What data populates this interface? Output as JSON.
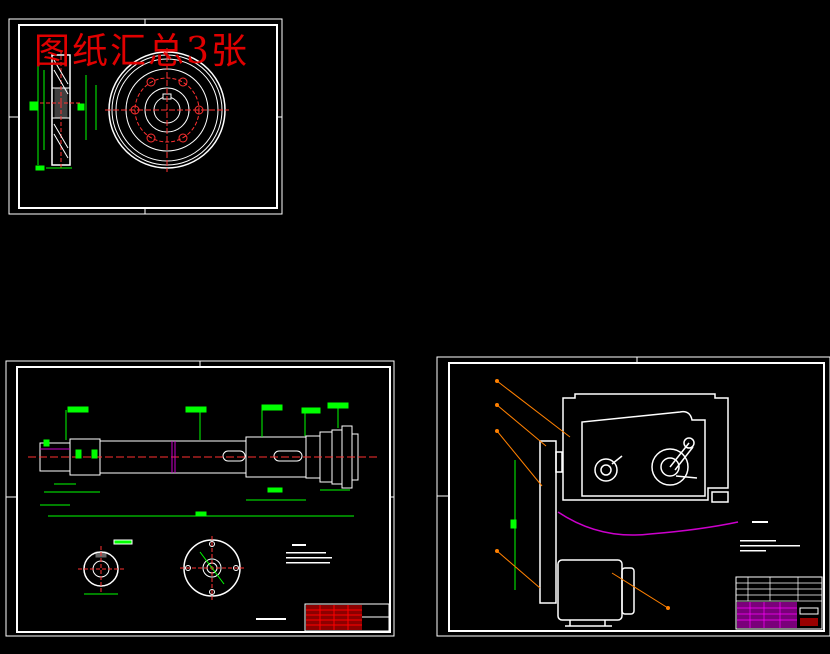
{
  "summary_text": "图纸汇总3张",
  "colors": {
    "background": "#000000",
    "line": "#ffffff",
    "dimension": "#00ff00",
    "leader": "#ff8000",
    "title_block": "#ff0000",
    "arc": "#cc00cc",
    "centerline": "#ff3030",
    "summary_text": "#e00000"
  },
  "drawings": [
    {
      "id": "gear-drawing",
      "subject": "gear"
    },
    {
      "id": "shaft-drawing",
      "subject": "shaft"
    },
    {
      "id": "assembly-drawing",
      "subject": "assembly"
    }
  ]
}
